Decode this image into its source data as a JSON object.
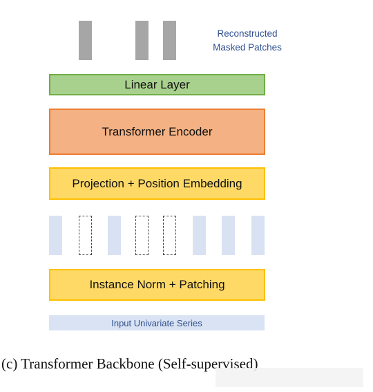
{
  "output": {
    "label_line1": "Reconstructed",
    "label_line2": "Masked Patches"
  },
  "blocks": {
    "linear": "Linear Layer",
    "encoder": "Transformer Encoder",
    "projection": "Projection + Position Embedding",
    "norm": "Instance Norm + Patching"
  },
  "input_label": "Input Univariate Series",
  "caption": "(c) Transformer Backbone (Self-supervised)",
  "colors": {
    "green_fill": "#a9d18e",
    "orange_fill": "#f4b183",
    "yellow_fill": "#ffd966",
    "patch_blue": "#d9e2f3",
    "patch_gray": "#a6a6a6",
    "label_blue": "#2f4f8f"
  }
}
